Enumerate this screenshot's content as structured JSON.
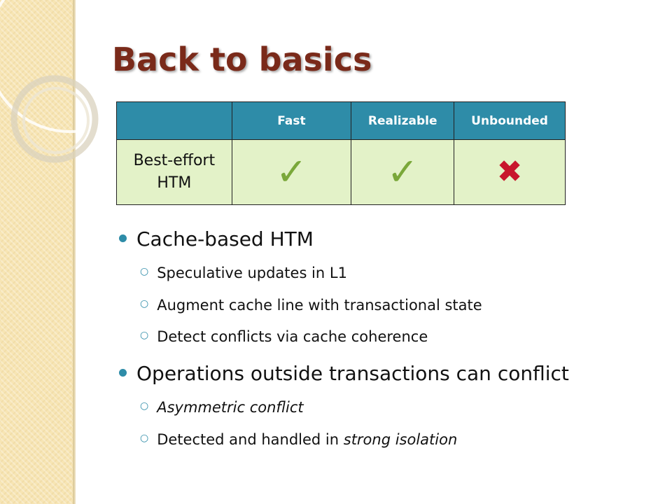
{
  "title": "Back to basics",
  "table": {
    "headers": [
      "",
      "Fast",
      "Realizable",
      "Unbounded"
    ],
    "row": {
      "label_line1": "Best-effort",
      "label_line2": "HTM",
      "marks": [
        "✓",
        "✓",
        "✖"
      ]
    },
    "colors": {
      "header_bg": "#2e8ca8",
      "cell_bg": "#e3f2c8",
      "check": "#7aa83a",
      "cross": "#c8152c"
    }
  },
  "bullets": {
    "b1": "Cache-based HTM",
    "b1_sub": [
      "Speculative updates in L1",
      "Augment cache line with transactional state",
      "Detect conflicts via cache coherence"
    ],
    "b2": "Operations outside transactions can conflict",
    "b2_sub1": "Asymmetric conflict",
    "b2_sub2_prefix": "Detected and handled in ",
    "b2_sub2_italic": "strong isolation"
  },
  "theme": {
    "title_color": "#7a2a1a",
    "accent": "#2e8ca8",
    "strip_color": "#f7e5b4"
  }
}
